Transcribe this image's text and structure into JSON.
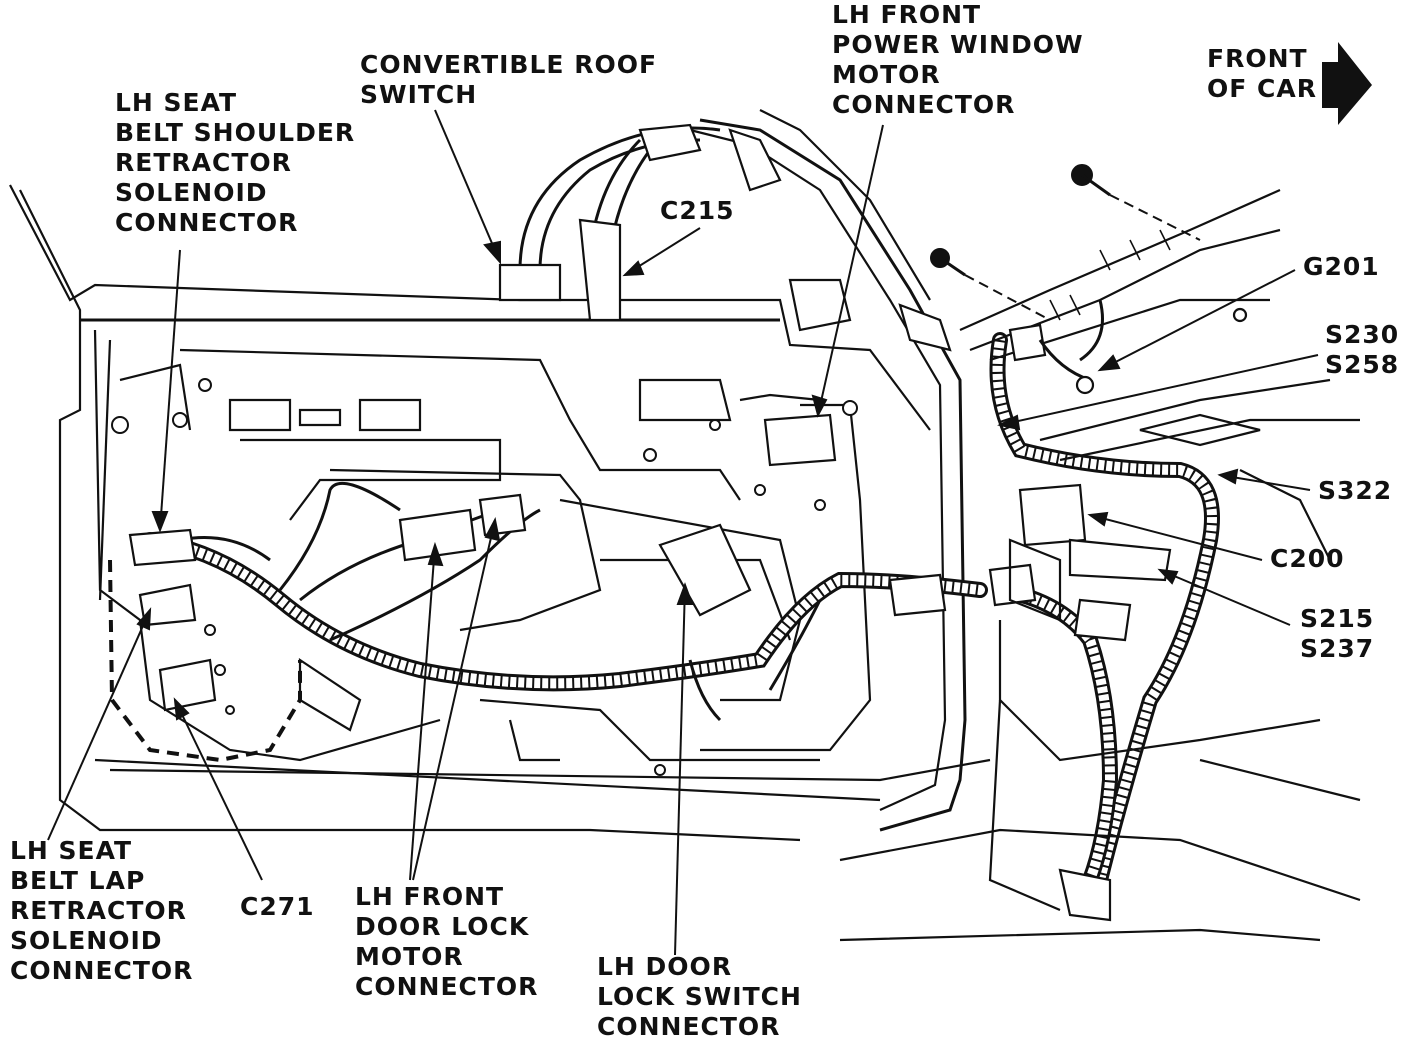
{
  "labels": {
    "convertible_roof_switch": [
      "CONVERTIBLE ROOF",
      "SWITCH"
    ],
    "seat_belt_shoulder": [
      "LH SEAT",
      "BELT SHOULDER",
      "RETRACTOR",
      "SOLENOID",
      "CONNECTOR"
    ],
    "power_window_motor": [
      "LH FRONT",
      "POWER WINDOW",
      "MOTOR",
      "CONNECTOR"
    ],
    "front_of_car": [
      "FRONT",
      "OF CAR"
    ],
    "c215": "C215",
    "g201": "G201",
    "s230_s258": [
      "S230",
      "S258"
    ],
    "s322": "S322",
    "c200": "C200",
    "s215_s237": [
      "S215",
      "S237"
    ],
    "seat_belt_lap": [
      "LH SEAT",
      "BELT LAP",
      "RETRACTOR",
      "SOLENOID",
      "CONNECTOR"
    ],
    "c271": "C271",
    "door_lock_motor": [
      "LH FRONT",
      "DOOR LOCK",
      "MOTOR",
      "CONNECTOR"
    ],
    "door_lock_switch": [
      "LH DOOR",
      "LOCK SWITCH",
      "CONNECTOR"
    ]
  },
  "icons": {
    "direction_arrow": "right-arrow-icon"
  }
}
